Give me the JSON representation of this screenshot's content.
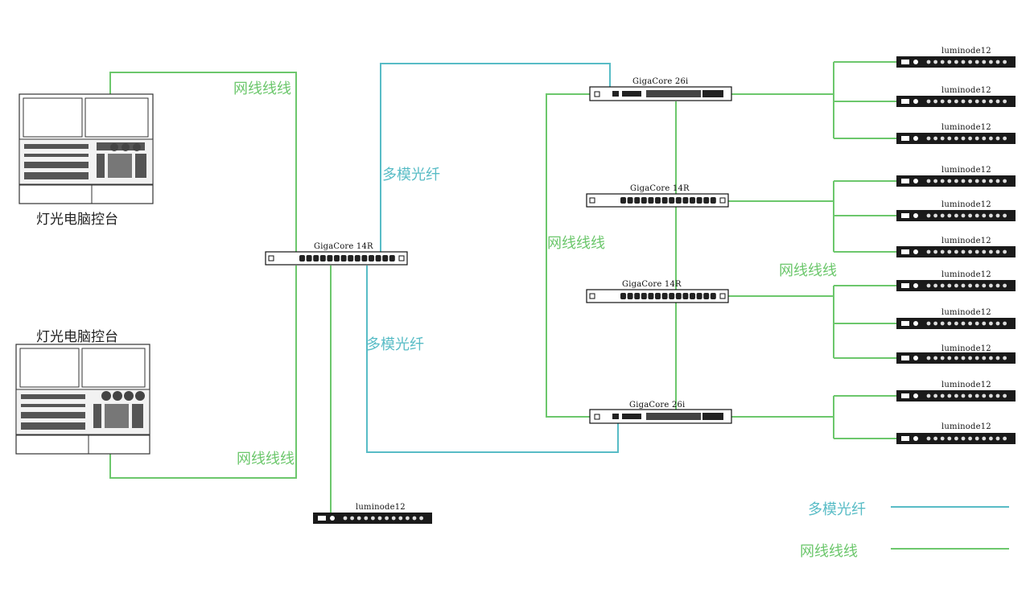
{
  "colors": {
    "fiber": "#58bcc6",
    "ethernet": "#6cc76c",
    "device": "#1a1a1a"
  },
  "consoles": [
    {
      "label": "灯光电脑控台"
    },
    {
      "label": "灯光电脑控台"
    }
  ],
  "switches": {
    "center": {
      "model": "GigaCore 14R"
    },
    "right": [
      {
        "model": "GigaCore 26i"
      },
      {
        "model": "GigaCore 14R"
      },
      {
        "model": "GigaCore 14R"
      },
      {
        "model": "GigaCore 26i"
      }
    ]
  },
  "nodes": {
    "bottom": {
      "model": "luminode12"
    },
    "right": [
      "luminode12",
      "luminode12",
      "luminode12",
      "luminode12",
      "luminode12",
      "luminode12",
      "luminode12",
      "luminode12",
      "luminode12",
      "luminode12",
      "luminode12"
    ]
  },
  "cable_labels": {
    "ethernet_top": "网线线线",
    "ethernet_bottom": "网线线线",
    "fiber_upper": "多模光纤",
    "fiber_lower": "多模光纤",
    "ethernet_mid": "网线线线",
    "ethernet_right": "网线线线"
  },
  "legend": {
    "fiber_label": "多模光纤",
    "ethernet_label": "网线线线"
  }
}
